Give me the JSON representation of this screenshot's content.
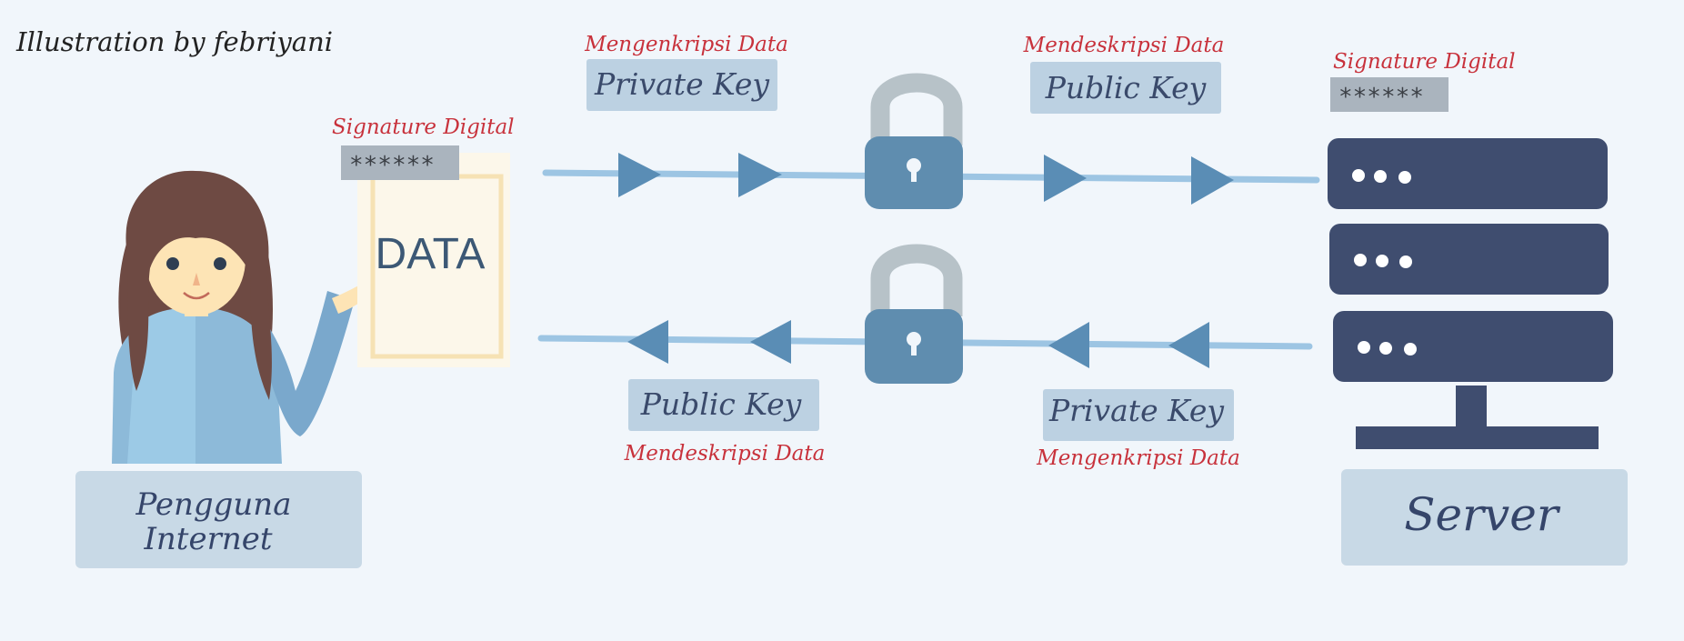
{
  "credit": "Illustration by febriyani",
  "user": {
    "label_line1": "Pengguna",
    "label_line2": "Internet",
    "signature_title": "Signature Digital",
    "signature_mask": "******",
    "document_text": "DATA"
  },
  "server": {
    "label": "Server",
    "signature_title": "Signature Digital",
    "signature_mask": "******"
  },
  "flow_top": {
    "left_key": "Private Key",
    "left_action": "Mengenkripsi Data",
    "right_key": "Public Key",
    "right_action": "Mendeskripsi Data"
  },
  "flow_bottom": {
    "left_key": "Public Key",
    "left_action": "Mendeskripsi Data",
    "right_key": "Private Key",
    "right_action": "Mengenkripsi Data"
  },
  "colors": {
    "background": "#f1f6fb",
    "label_box": "#c8d9e6",
    "key_box": "#bcd1e2",
    "accent_text": "#c8323c",
    "arrow": "#5a8db5",
    "line": "#9dc5e3",
    "lock_body": "#5f8daf",
    "lock_shackle": "#b7c2c8",
    "server": "#3f4d6f"
  }
}
